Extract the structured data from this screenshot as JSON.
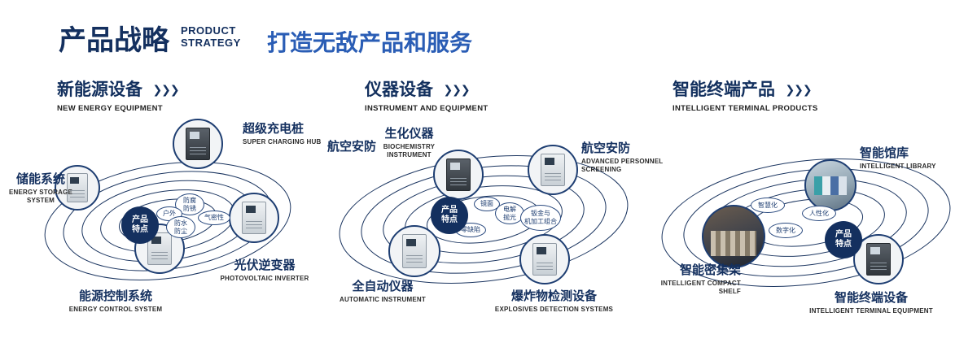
{
  "header": {
    "title": "产品战略",
    "subtitle": "PRODUCT\nSTRATEGY",
    "tagline": "打造无敌产品和服务"
  },
  "arrows": "❯❯❯",
  "badge_label": "产品\n特点",
  "sections": [
    {
      "title": "新能源设备",
      "subtitle": "NEW ENERGY EQUIPMENT",
      "products": [
        {
          "cn": "储能系统",
          "en": "ENERGY STORAGE\nSYSTEM"
        },
        {
          "cn": "超级充电桩",
          "en": "SUPER CHARGING HUB"
        },
        {
          "cn": "光伏逆变器",
          "en": "PHOTOVOLTAIC INVERTER"
        },
        {
          "cn": "能源控制系统",
          "en": "ENERGY CONTROL SYSTEM"
        }
      ],
      "features": [
        "防腐\n防锈",
        "户外",
        "气密性",
        "防水\n防尘"
      ]
    },
    {
      "title": "仪器设备",
      "subtitle": "INSTRUMENT AND EQUIPMENT",
      "extra_label": "航空安防",
      "products": [
        {
          "cn": "生化仪器",
          "en": "BIOCHEMISTRY\nINSTRUMENT"
        },
        {
          "cn": "航空安防",
          "en": "ADVANCED PERSONNEL\nSCREENING"
        },
        {
          "cn": "全自动仪器",
          "en": "AUTOMATIC INSTRUMENT"
        },
        {
          "cn": "爆炸物检测设备",
          "en": "EXPLOSIVES DETECTION SYSTEMS"
        }
      ],
      "features": [
        "镜面",
        "电解\n抛光",
        "钣金与\n机加工组合",
        "零缺陷"
      ]
    },
    {
      "title": "智能终端产品",
      "subtitle": "INTELLIGENT TERMINAL PRODUCTS",
      "products": [
        {
          "cn": "智能馆库",
          "en": "INTELLIGENT LIBRARY"
        },
        {
          "cn": "智能密集架",
          "en": "INTELLIGENT COMPACT\nSHELF"
        },
        {
          "cn": "智能终端设备",
          "en": "INTELLIGENT TERMINAL EQUIPMENT"
        }
      ],
      "features": [
        "智慧化",
        "人性化",
        "数字化"
      ]
    }
  ]
}
